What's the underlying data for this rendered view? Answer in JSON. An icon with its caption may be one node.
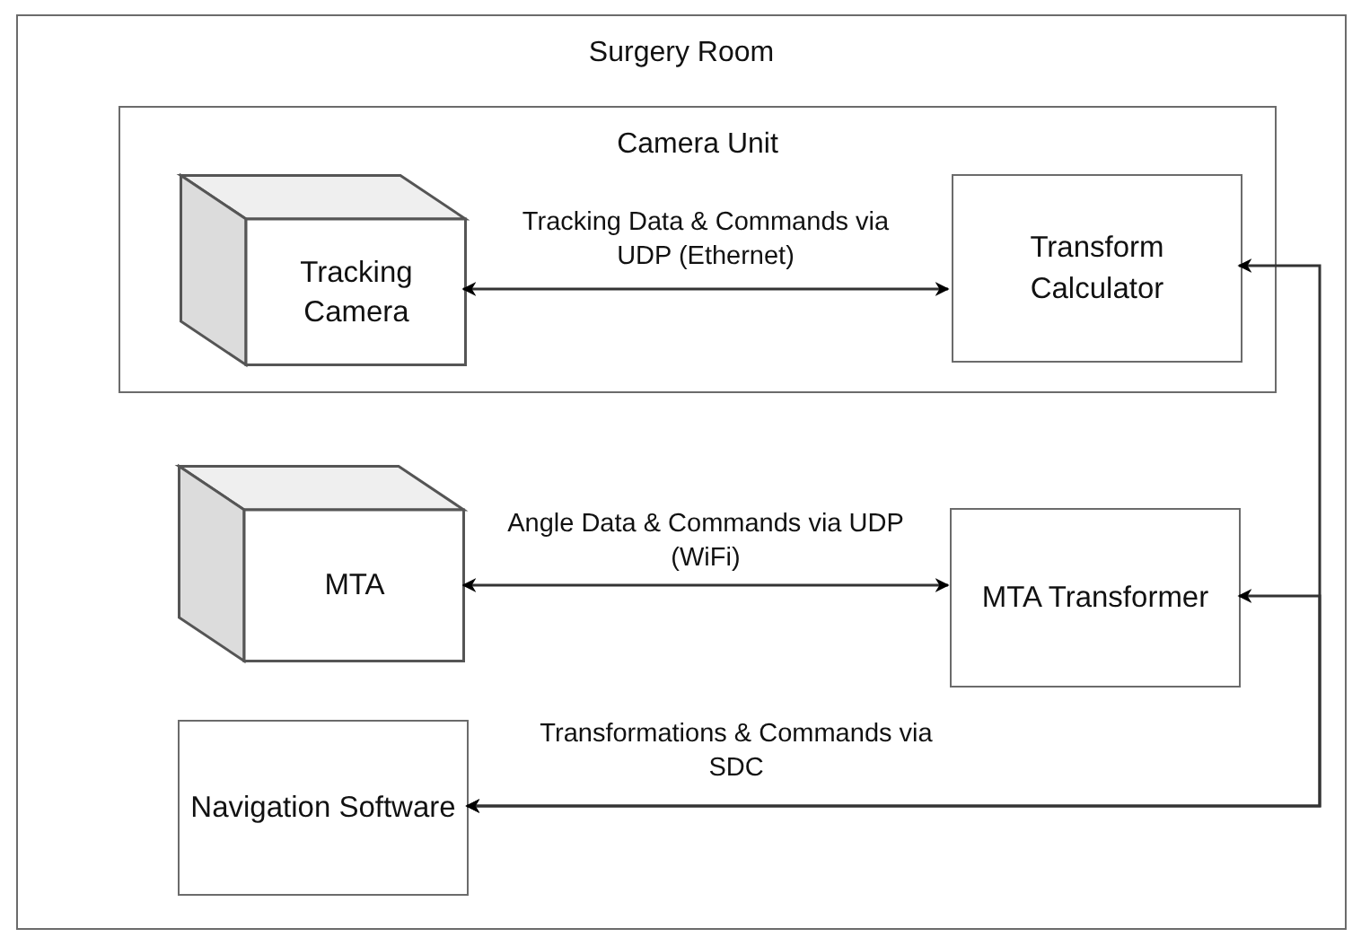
{
  "diagram": {
    "nodes": [
      {
        "text": [
          "Surgery Room"
        ]
      },
      {
        "text": [
          "Camera Unit"
        ],
        "in": 0
      },
      {
        "text": [
          "Tracking Camera"
        ],
        "in": 1
      },
      {
        "text": [
          "Transform Calculator"
        ],
        "in": 1
      },
      {
        "text": [
          "MTA"
        ],
        "in": 0
      },
      {
        "text": [
          "MTA Transformer"
        ],
        "in": 0
      },
      {
        "text": [
          "Navigation Software"
        ],
        "in": 0
      }
    ],
    "edges": [
      {
        "from": 2,
        "to": 3,
        "arrow": "both",
        "label": "Tracking Data & Commands via UDP (Ethernet)"
      },
      {
        "from": 4,
        "to": 5,
        "arrow": "both",
        "label": "Angle Data & Commands via UDP (WiFi)"
      },
      {
        "from": 3,
        "to": 6,
        "arrow": "both",
        "label": "Transformations & Commands via SDC"
      },
      {
        "from": 5,
        "to": 6,
        "arrow": "both"
      }
    ]
  }
}
